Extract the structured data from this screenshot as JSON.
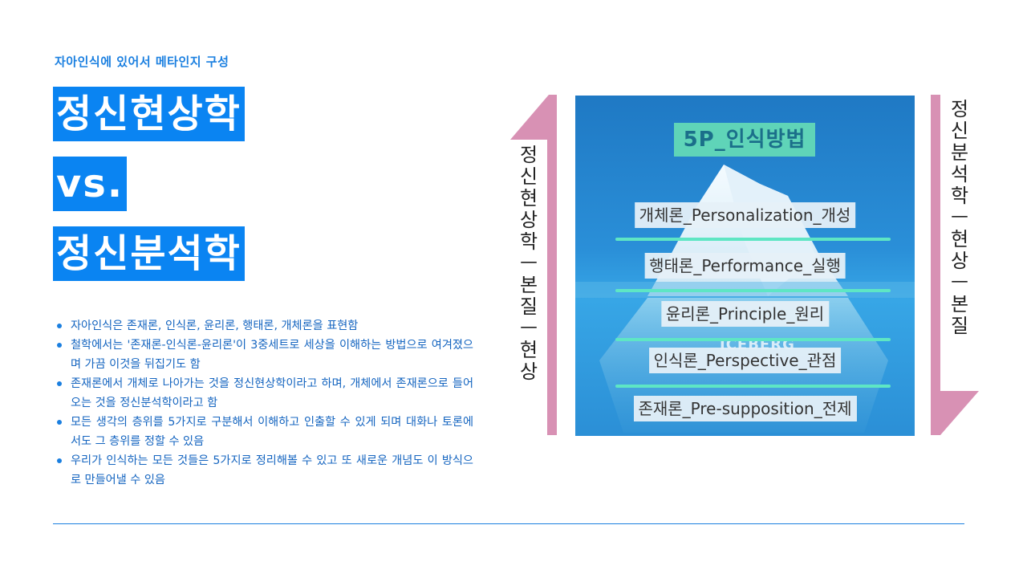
{
  "header": {
    "subtitle": "자아인식에 있어서 메타인지 구성",
    "title_line1": "정신현상학",
    "title_line2": "vs.",
    "title_line3": "정신분석학"
  },
  "bullets": [
    "자아인식은 존재론, 인식론, 윤리론, 행태론, 개체론을 표현함",
    "철학에서는 '존재론-인식론-윤리론'이 3중세트로 세상을 이해하는 방법으로 여겨졌으며 가끔 이것을 뒤집기도 함",
    "존재론에서 개체로 나아가는 것을 정신현상학이라고 하며, 개체에서 존재론으로 들어오는 것을 정신분석학이라고 함",
    "모든 생각의 층위를 5가지로 구분해서 이해하고 인출할 수 있게 되며 대화나 토론에서도 그 층위를 정할 수 있음",
    "우리가 인식하는 모든 것들은 5가지로 정리해볼 수 있고 또 새로운 개념도 이 방식으로 만들어낼 수 있음"
  ],
  "diagram": {
    "left_vertical": [
      "정",
      "신",
      "현",
      "상",
      "학",
      "ㅡ",
      "본",
      "질",
      "ㅡ",
      "현",
      "상"
    ],
    "right_vertical": [
      "정",
      "신",
      "분",
      "석",
      "학",
      "ㅡ",
      "현",
      "상",
      "ㅡ",
      "본",
      "질"
    ],
    "title": "5P_인식방법",
    "layers": [
      "개체론_Personalization_개성",
      "행태론_Performance_실행",
      "윤리론_Principle_원리",
      "인식론_Perspective_관점",
      "존재론_Pre-supposition_전제"
    ],
    "watermark": "ICEBERG",
    "colors": {
      "arrow": "#d891b4",
      "accent": "#0a84f2",
      "ice_line": "#5ee6c4"
    }
  }
}
